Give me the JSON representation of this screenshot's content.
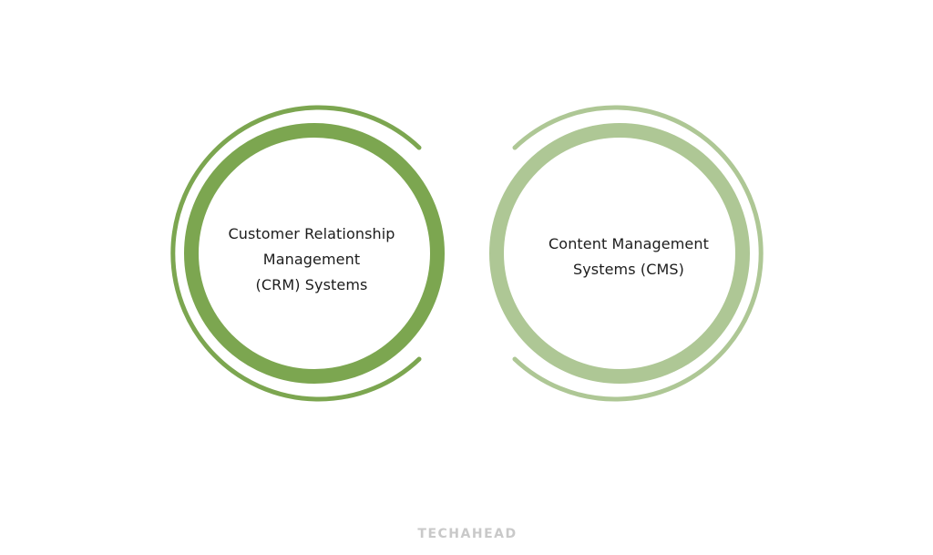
{
  "colors": {
    "crm_ring": "#7ca650",
    "cms_ring": "#aec795",
    "text": "#1c1c1c",
    "brand": "#c9c9c9",
    "background": "#ffffff"
  },
  "circles": [
    {
      "id": "crm",
      "lines": [
        "Customer Relationship",
        "Management",
        "(CRM) Systems"
      ]
    },
    {
      "id": "cms",
      "lines": [
        "Content Management",
        "Systems (CMS)"
      ]
    }
  ],
  "footer": {
    "brand": "TECHAHEAD"
  }
}
